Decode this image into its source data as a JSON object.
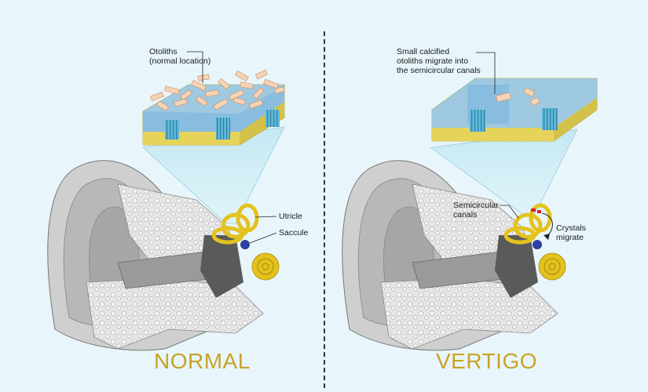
{
  "panels": {
    "normal": {
      "title": "NORMAL",
      "otoliths_label": "Otoliths\n(normal location)",
      "utricle_label": "Utricle",
      "saccule_label": "Saccule"
    },
    "vertigo": {
      "title": "VERTIGO",
      "migrate_label": "Small calcified\notoliths migrate into\nthe semicircular canals",
      "canals_label": "Semicircular\ncanals",
      "crystals_label": "Crystals\nmigrate"
    }
  },
  "colors": {
    "background": "#e8f6fb",
    "title": "#c9a227",
    "fluid": "#8fc3ee",
    "gel": "#efe07a",
    "hair_cells": "#5fb8d8",
    "crystals": "#f6d3b5",
    "labyrinth": "#e3c21e",
    "ear_gray": "#c8c8c8"
  }
}
